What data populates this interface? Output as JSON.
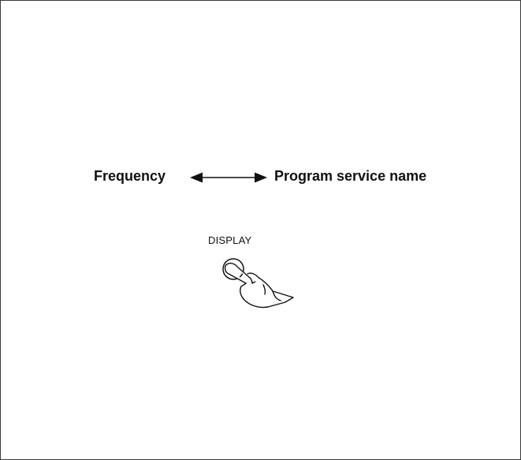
{
  "diagram": {
    "left_label": "Frequency",
    "right_label": "Program service name",
    "button_label": "DISPLAY",
    "arrow": "double-headed-arrow-icon",
    "button_icon": "hand-pressing-button-icon"
  },
  "colors": {
    "ink": "#111111",
    "frame": "#3a3a3a",
    "background": "#ffffff"
  }
}
